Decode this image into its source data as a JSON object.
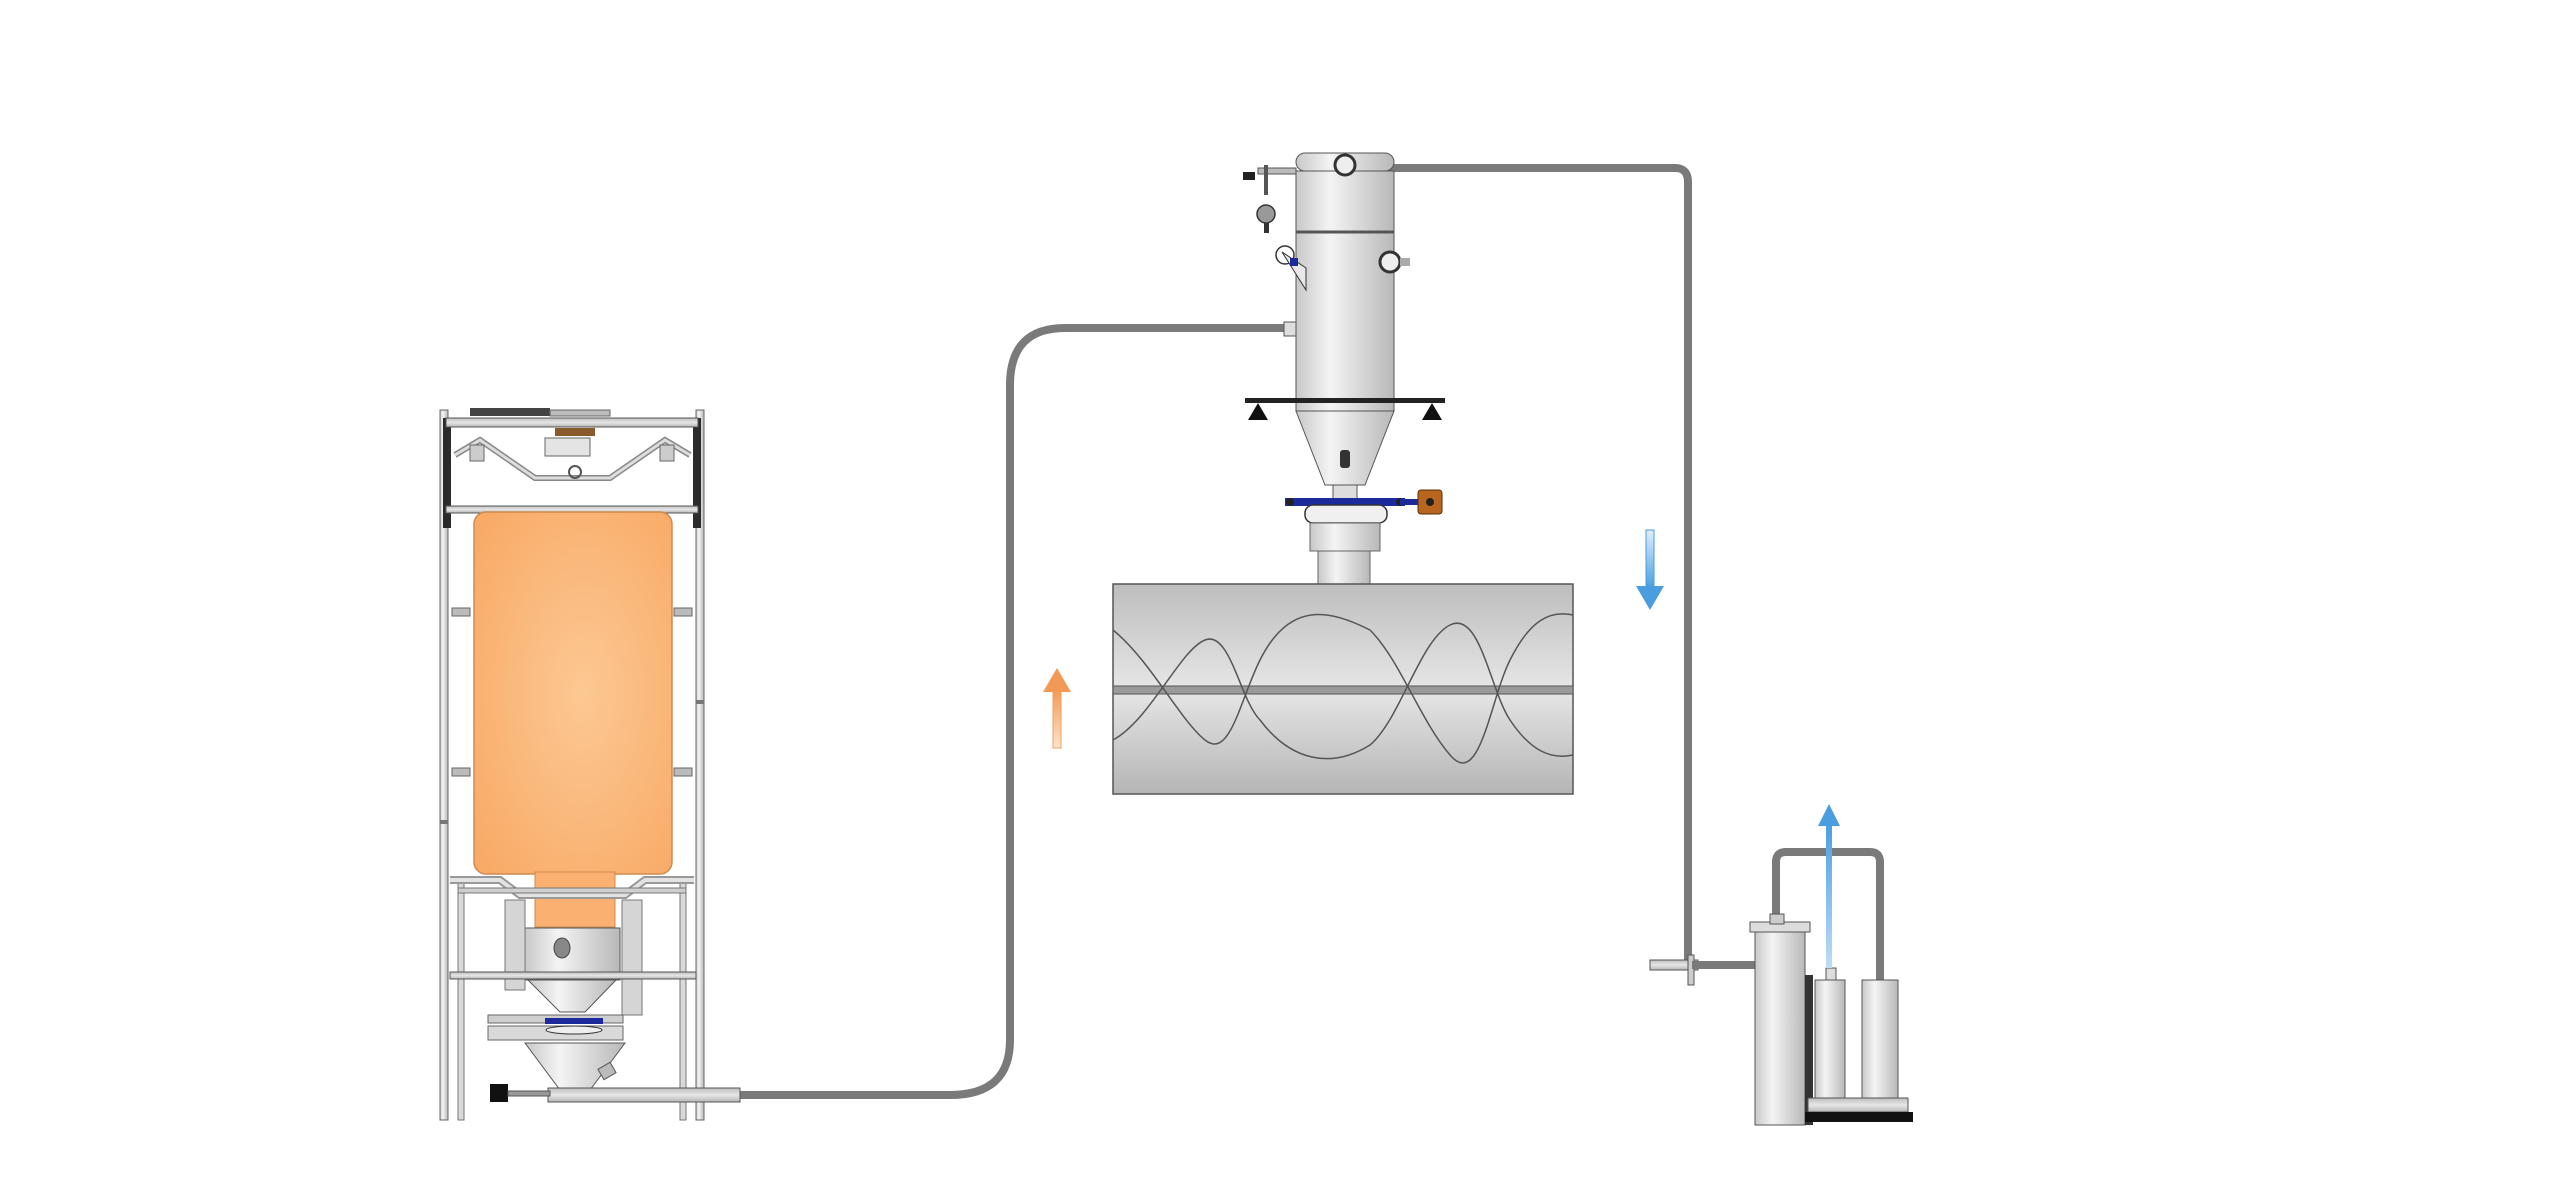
{
  "diagram": {
    "kind": "pneumatic conveying system schematic",
    "components": [
      {
        "id": "bulk-bag-discharger",
        "icon": "bulk-bag-frame-icon"
      },
      {
        "id": "conveying-line",
        "icon": "pipe-icon"
      },
      {
        "id": "vacuum-receiver",
        "icon": "vacuum-receiver-icon"
      },
      {
        "id": "screw-mixer",
        "icon": "screw-conveyor-icon"
      },
      {
        "id": "vacuum-pump-unit",
        "icon": "vacuum-pump-icon"
      }
    ],
    "flows": [
      {
        "id": "material-flow",
        "direction": "up",
        "color": "#f0a060"
      },
      {
        "id": "air-to-pump",
        "direction": "down",
        "color": "#4a9ee0"
      },
      {
        "id": "exhaust",
        "direction": "up",
        "color": "#4a9ee0"
      }
    ],
    "colors": {
      "bag": "#f9b070",
      "pipe": "#7a7a7a",
      "steel": "#d8d8d8",
      "accent_blue": "#1c2a9c",
      "valve_brown": "#b8661f"
    }
  }
}
